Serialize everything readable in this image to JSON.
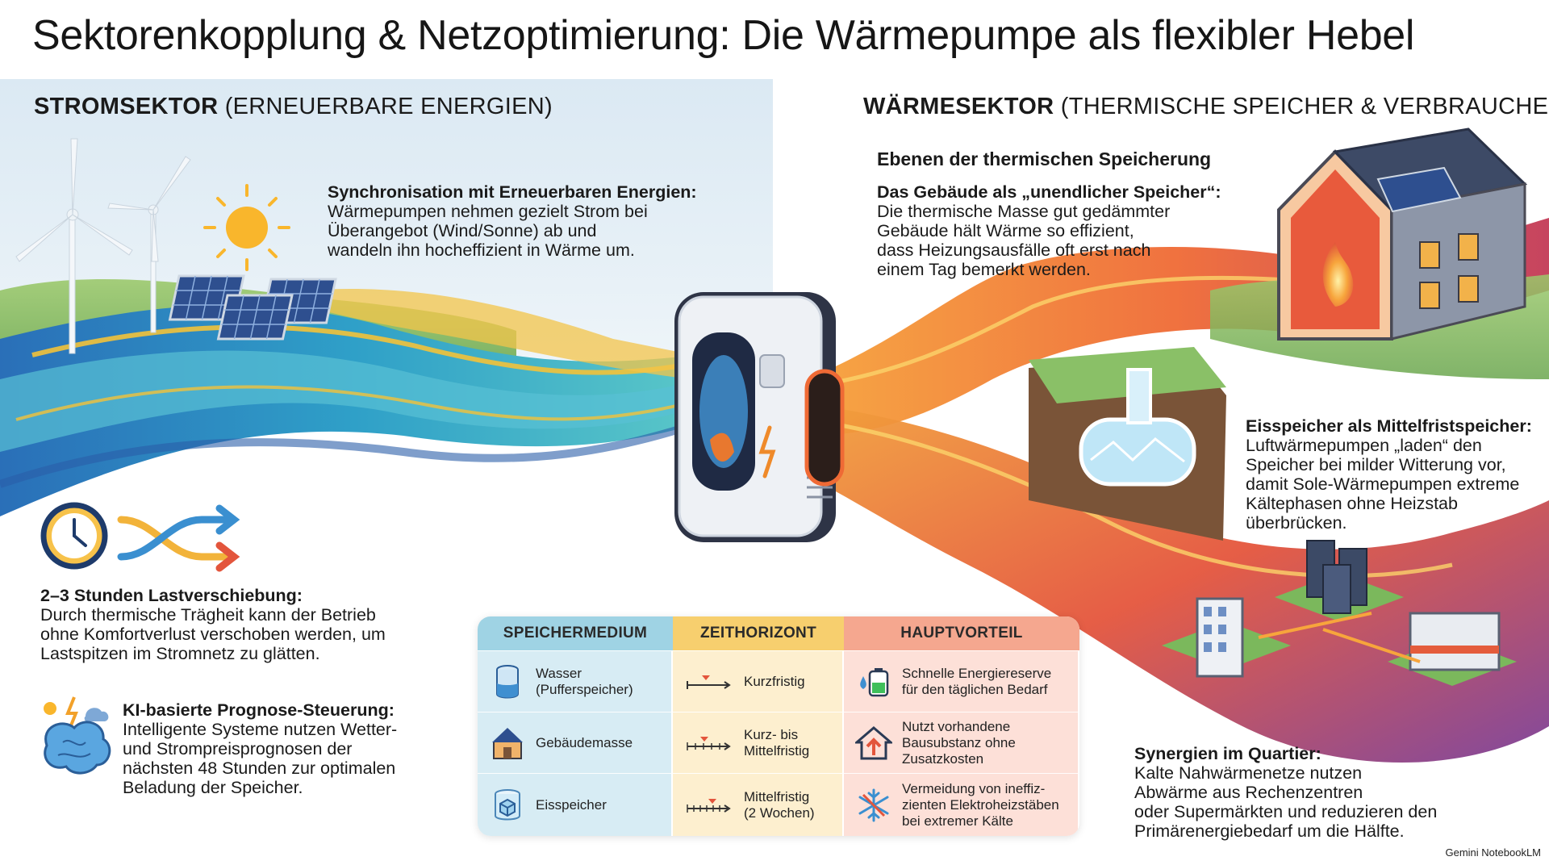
{
  "title": "Sektorenkopplung & Netzoptimierung: Die Wärmepumpe als flexibler Hebel",
  "left_sector": {
    "bold": "STROMSEKTOR",
    "rest": " (ERNEUERBARE ENERGIEN)"
  },
  "right_sector": {
    "bold": "WÄRMESEKTOR",
    "rest": " (THERMISCHE SPEICHER & VERBRAUCHER)"
  },
  "sync": {
    "heading": "Synchronisation mit Erneuerbaren Energien:",
    "lines": [
      "Wärmepumpen nehmen gezielt Strom bei",
      "Überangebot (Wind/Sonne) ab und",
      "wandeln ihn hocheffizient in Wärme um."
    ]
  },
  "shift": {
    "heading": "2–3 Stunden Lastverschiebung:",
    "lines": [
      "Durch thermische Trägheit kann der Betrieb",
      "ohne Komfortverlust verschoben werden, um",
      "Lastspitzen im Stromnetz zu glätten."
    ]
  },
  "ki": {
    "heading": "KI-basierte Prognose-Steuerung:",
    "lines": [
      "Intelligente Systeme nutzen Wetter-",
      "und Strompreisprognosen der",
      "nächsten 48 Stunden zur optimalen",
      "Beladung der Speicher."
    ]
  },
  "levels_heading": "Ebenen der thermischen Speicherung",
  "building": {
    "heading": "Das Gebäude als „unendlicher Speicher“:",
    "lines": [
      "Die thermische Masse gut gedämmter",
      "Gebäude hält Wärme so effizient,",
      "dass Heizungsausfälle oft erst nach",
      "einem Tag bemerkt werden."
    ]
  },
  "ice": {
    "heading": "Eisspeicher als Mittelfristspeicher:",
    "lines": [
      "Luftwärmepumpen „laden“ den",
      "Speicher bei milder Witterung vor,",
      "damit Sole-Wärmepumpen extreme",
      "Kältephasen ohne Heizstab",
      "überbrücken."
    ]
  },
  "quartier": {
    "heading": "Synergien im Quartier:",
    "lines": [
      "Kalte Nahwärmenetze nutzen",
      "Abwärme aus Rechenzentren",
      "oder Supermärkten und reduzieren den",
      "Primärenergiebedarf um die Hälfte."
    ]
  },
  "table": {
    "headers": [
      "SPEICHERMEDIUM",
      "ZEITHORIZONT",
      "HAUPTVORTEIL"
    ],
    "rows": [
      {
        "medium": "Wasser\n(Pufferspeicher)",
        "medium_icon": "water-tank-icon",
        "horizon": "Kurzfristig",
        "advantage": "Schnelle Energiereserve\nfür den täglichen Bedarf",
        "advantage_icon": "battery-drop-icon"
      },
      {
        "medium": "Gebäudemasse",
        "medium_icon": "house-icon",
        "horizon": "Kurz- bis\nMittelfristig",
        "advantage": "Nutzt vorhandene\nBausubstanz ohne\nZusatzkosten",
        "advantage_icon": "house-up-arrow-icon"
      },
      {
        "medium": "Eisspeicher",
        "medium_icon": "ice-cube-icon",
        "horizon": "Mittelfristig\n(2 Wochen)",
        "advantage": "Vermeidung von ineffiz-\nzienten Elektroheizstäben\nbei extremer Kälte",
        "advantage_icon": "snowflake-icon"
      }
    ]
  },
  "watermark": "Gemini NotebookLM",
  "colors": {
    "left_bg": "#dbe9f3",
    "blue_flow": "#2f8fc4",
    "teal_flow": "#45b8b0",
    "yellow_flow": "#f2c23a",
    "orange_flow": "#ef7a2a",
    "red_flow": "#d9433a",
    "purple_flow": "#8a4a9e"
  }
}
